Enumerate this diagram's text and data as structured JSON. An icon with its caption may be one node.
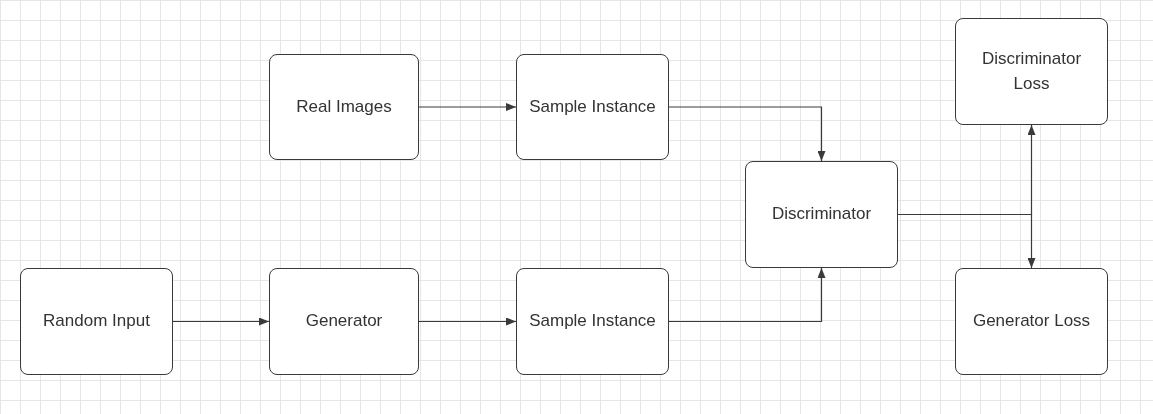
{
  "diagram": {
    "nodes": [
      {
        "text": [
          "Real Images"
        ]
      },
      {
        "text": [
          "Sample Instance"
        ]
      },
      {
        "text": [
          "Discriminator"
        ]
      },
      {
        "text": [
          "Discriminator Loss"
        ]
      },
      {
        "text": [
          "Random Input"
        ]
      },
      {
        "text": [
          "Generator"
        ]
      },
      {
        "text": [
          "Sample Instance"
        ]
      },
      {
        "text": [
          "Generator Loss"
        ]
      }
    ],
    "edges": [
      {
        "from": 0,
        "to": 1,
        "arrow": "to"
      },
      {
        "from": 1,
        "to": 2,
        "arrow": "to"
      },
      {
        "from": 4,
        "to": 5,
        "arrow": "to"
      },
      {
        "from": 5,
        "to": 6,
        "arrow": "to"
      },
      {
        "from": 6,
        "to": 2,
        "arrow": "to"
      },
      {
        "from": 2,
        "to": 3,
        "arrow": "to"
      },
      {
        "from": 2,
        "to": 7,
        "arrow": "to"
      }
    ]
  }
}
